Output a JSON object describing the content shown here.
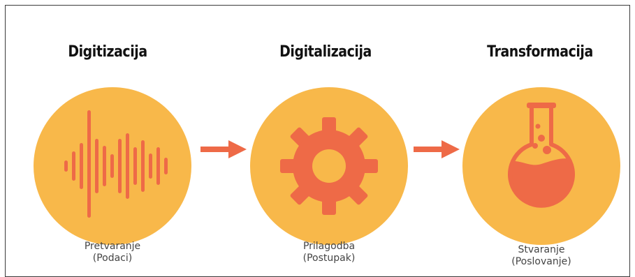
{
  "colors": {
    "circle": "#f8b84a",
    "accent": "#ee6a47",
    "title": "#111111",
    "caption": "#444444"
  },
  "steps": [
    {
      "title": "Digitizacija",
      "caption_line1": "Pretvaranje",
      "caption_line2": "(Podaci)",
      "icon": "sound-wave-icon"
    },
    {
      "title": "Digitalizacija",
      "caption_line1": "Prilagodba",
      "caption_line2": "(Postupak)",
      "icon": "gear-icon"
    },
    {
      "title": "Transformacija",
      "caption_line1": "Stvaranje",
      "caption_line2": "(Poslovanje)",
      "icon": "flask-icon"
    }
  ],
  "arrows": [
    "right-arrow-icon",
    "right-arrow-icon"
  ]
}
